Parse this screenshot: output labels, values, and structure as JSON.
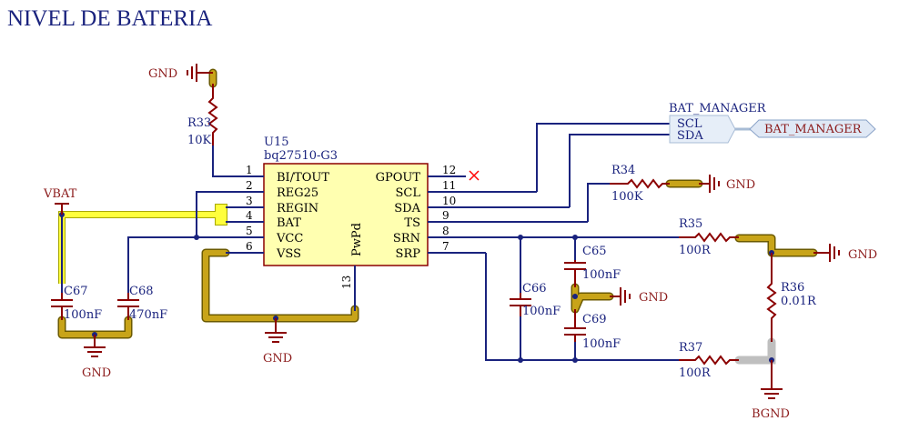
{
  "title": "NIVEL DE BATERIA",
  "ic": {
    "ref": "U15",
    "part": "bq27510-G3",
    "left_pins": [
      {
        "num": "1",
        "name": "BI/TOUT"
      },
      {
        "num": "2",
        "name": "REG25"
      },
      {
        "num": "3",
        "name": "REGIN"
      },
      {
        "num": "4",
        "name": "BAT"
      },
      {
        "num": "5",
        "name": "VCC"
      },
      {
        "num": "6",
        "name": "VSS"
      }
    ],
    "right_pins": [
      {
        "num": "12",
        "name": "GPOUT"
      },
      {
        "num": "11",
        "name": "SCL"
      },
      {
        "num": "10",
        "name": "SDA"
      },
      {
        "num": "9",
        "name": "TS"
      },
      {
        "num": "8",
        "name": "SRN"
      },
      {
        "num": "7",
        "name": "SRP"
      }
    ],
    "bottom_pin": {
      "num": "13",
      "name": "PwPd"
    }
  },
  "components": {
    "r33": {
      "ref": "R33",
      "value": "10K"
    },
    "r34": {
      "ref": "R34",
      "value": "100K"
    },
    "r35": {
      "ref": "R35",
      "value": "100R"
    },
    "r36": {
      "ref": "R36",
      "value": "0.01R"
    },
    "r37": {
      "ref": "R37",
      "value": "100R"
    },
    "c65": {
      "ref": "C65",
      "value": "100nF"
    },
    "c66": {
      "ref": "C66",
      "value": "100nF"
    },
    "c67": {
      "ref": "C67",
      "value": "100nF"
    },
    "c68": {
      "ref": "C68",
      "value": "470nF"
    },
    "c69": {
      "ref": "C69",
      "value": "100nF"
    }
  },
  "power": {
    "gnd": "GND",
    "bgnd": "BGND",
    "vbat": "VBAT"
  },
  "harness": {
    "entry_title": "BAT_MANAGER",
    "entry_scl": "SCL",
    "entry_sda": "SDA",
    "port": "BAT_MANAGER"
  },
  "colors": {
    "wire": "#1a237e",
    "component": "#8b0000",
    "highlight": "#c8a419",
    "vbat_highlight": "#ffff3c"
  }
}
